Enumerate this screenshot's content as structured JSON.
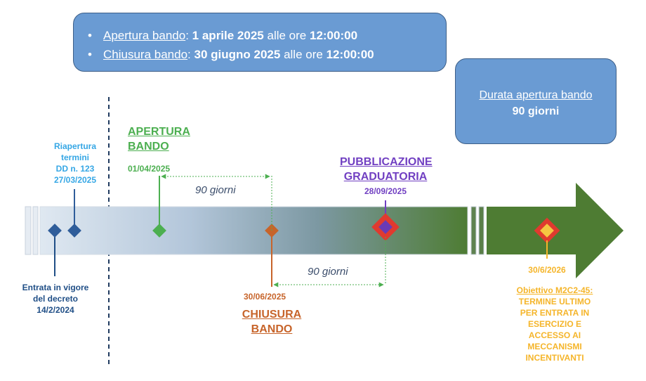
{
  "top_box": {
    "line1_label": "Apertura bando",
    "line1_sep": ":",
    "line1_date": "1 aprile 2025",
    "line1_mid": "alle ore",
    "line1_time": "12:00:00",
    "line2_label": "Chiusura bando",
    "line2_sep": ":",
    "line2_date": "30 giugno 2025",
    "line2_mid": "alle ore",
    "line2_time": "12:00:00"
  },
  "duration_box": {
    "title": "Durata apertura bando",
    "value": "90 giorni"
  },
  "timeline": {
    "decree": {
      "line1": "Entrata in vigore",
      "line2": "del decreto",
      "line3": "14/2/2024"
    },
    "reopening": {
      "line1": "Riapertura",
      "line2": "termini",
      "line3": "DD n. 123",
      "line4": "27/03/2025"
    },
    "opening": {
      "title1": "APERTURA",
      "title2": "BANDO",
      "date": "01/04/2025"
    },
    "closing": {
      "date": "30/06/2025",
      "title1": "CHIUSURA",
      "title2": "BANDO"
    },
    "publication": {
      "title1": "PUBBLICAZIONE",
      "title2": "GRADUATORIA",
      "date": "28/09/2025"
    },
    "objective": {
      "date": "30/6/2026",
      "lines": [
        "Obiettivo M2C2-45:",
        "TERMINE ULTIMO",
        "PER ENTRATA IN",
        "ESERCIZIO E",
        "ACCESSO AI",
        "MECCANISMI",
        "INCENTIVANTI"
      ]
    },
    "span1": "90 giorni",
    "span2": "90 giorni"
  },
  "colors": {
    "box_fill": "#6a9bd3",
    "opening": "#4caf50",
    "closing": "#c7642a",
    "publication": "#7140c2",
    "decree": "#1f4e86",
    "reopening": "#36a7e5",
    "objective": "#f5b52a",
    "arrow_end": "#4e7c33"
  }
}
